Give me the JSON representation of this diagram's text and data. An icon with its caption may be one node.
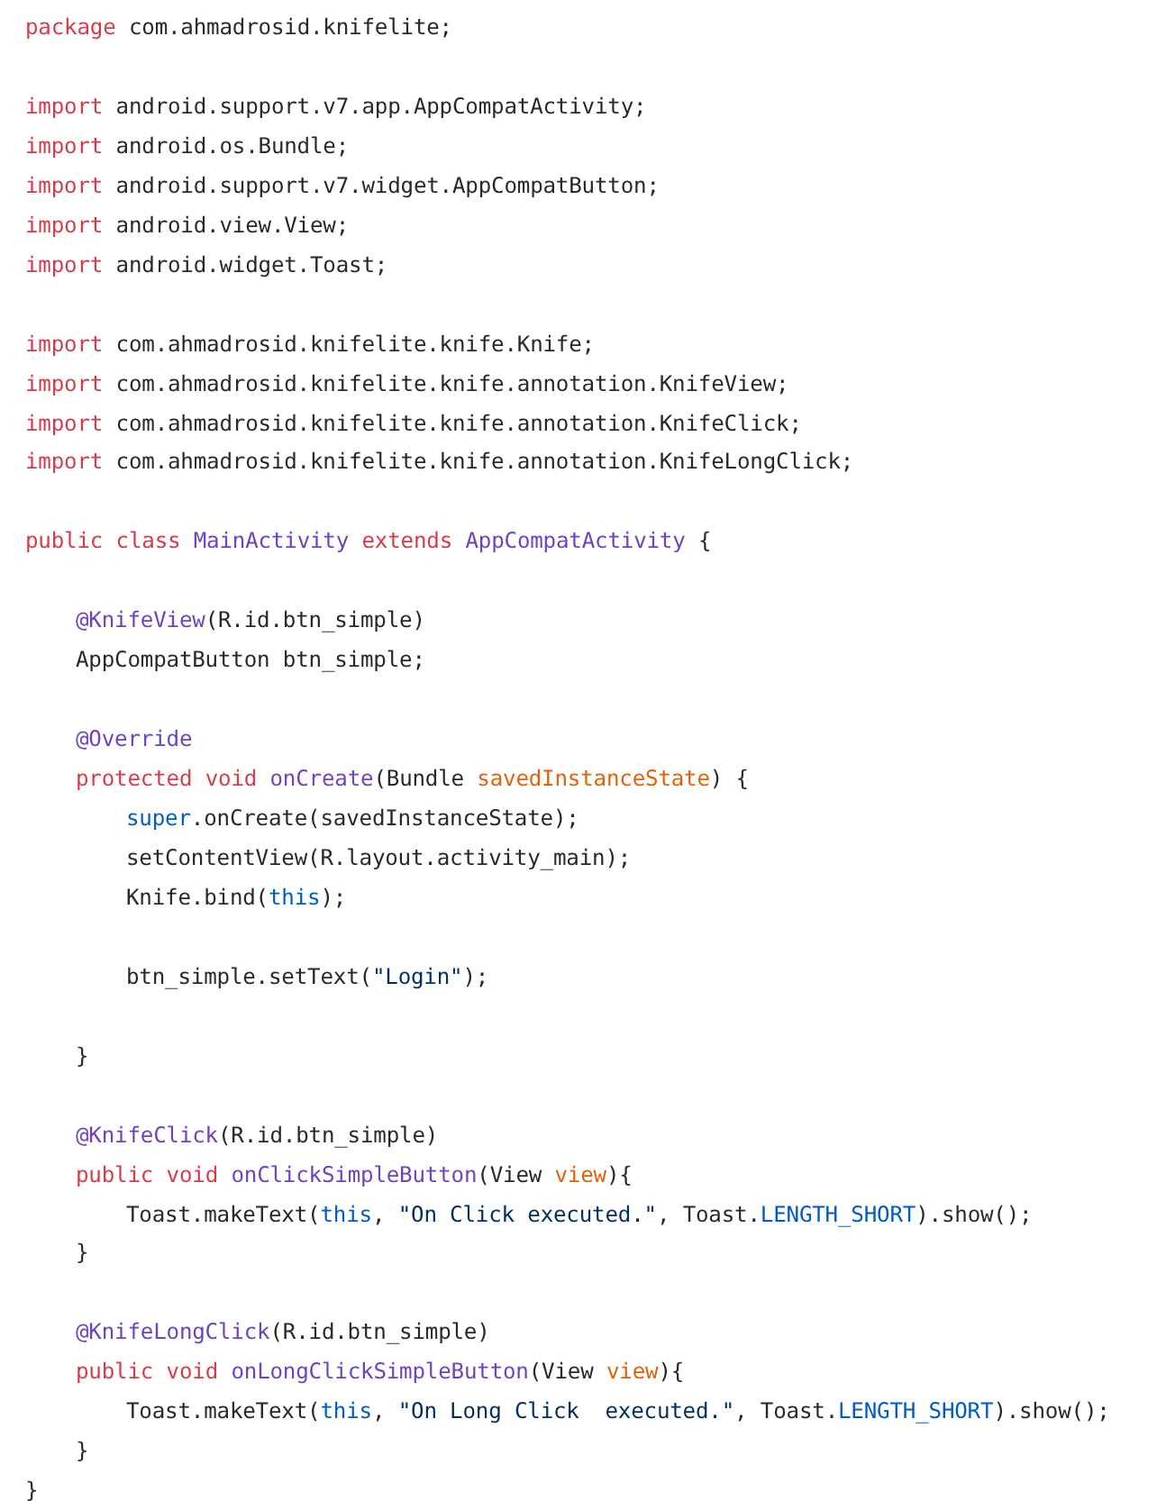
{
  "diagram": {
    "labels": [
      "package com.ahmadrosid.knifelite;",
      "import android.support.v7.app.AppCompatActivity;",
      "import android.os.Bundle;",
      "import android.support.v7.widget.AppCompatButton;",
      "import android.view.View;",
      "import android.widget.Toast;",
      "import com.ahmadrosid.knifelite.knife.Knife;",
      "import com.ahmadrosid.knifelite.knife.annotation.KnifeView;",
      "import com.ahmadrosid.knifelite.knife.annotation.KnifeClick;",
      "import com.ahmadrosid.knifelite.knife.annotation.KnifeLongClick;",
      "public class MainActivity extends AppCompatActivity {",
      "@KnifeView(R.id.btn_simple)",
      "AppCompatButton btn_simple;",
      "@Override",
      "protected void onCreate(Bundle savedInstanceState) {",
      "super.onCreate(savedInstanceState);",
      "setContentView(R.layout.activity_main);",
      "Knife.bind(this);",
      "btn_simple.setText(\"Login\");",
      "}",
      "@KnifeClick(R.id.btn_simple)",
      "public void onClickSimpleButton(View view){",
      "Toast.makeText(this, \"On Click executed.\", Toast.LENGTH_SHORT).show();",
      "}",
      "@KnifeLongClick(R.id.btn_simple)",
      "public void onLongClickSimpleButton(View view){",
      "Toast.makeText(this, \"On Long Click  executed.\", Toast.LENGTH_SHORT).show();",
      "}",
      "}"
    ]
  }
}
